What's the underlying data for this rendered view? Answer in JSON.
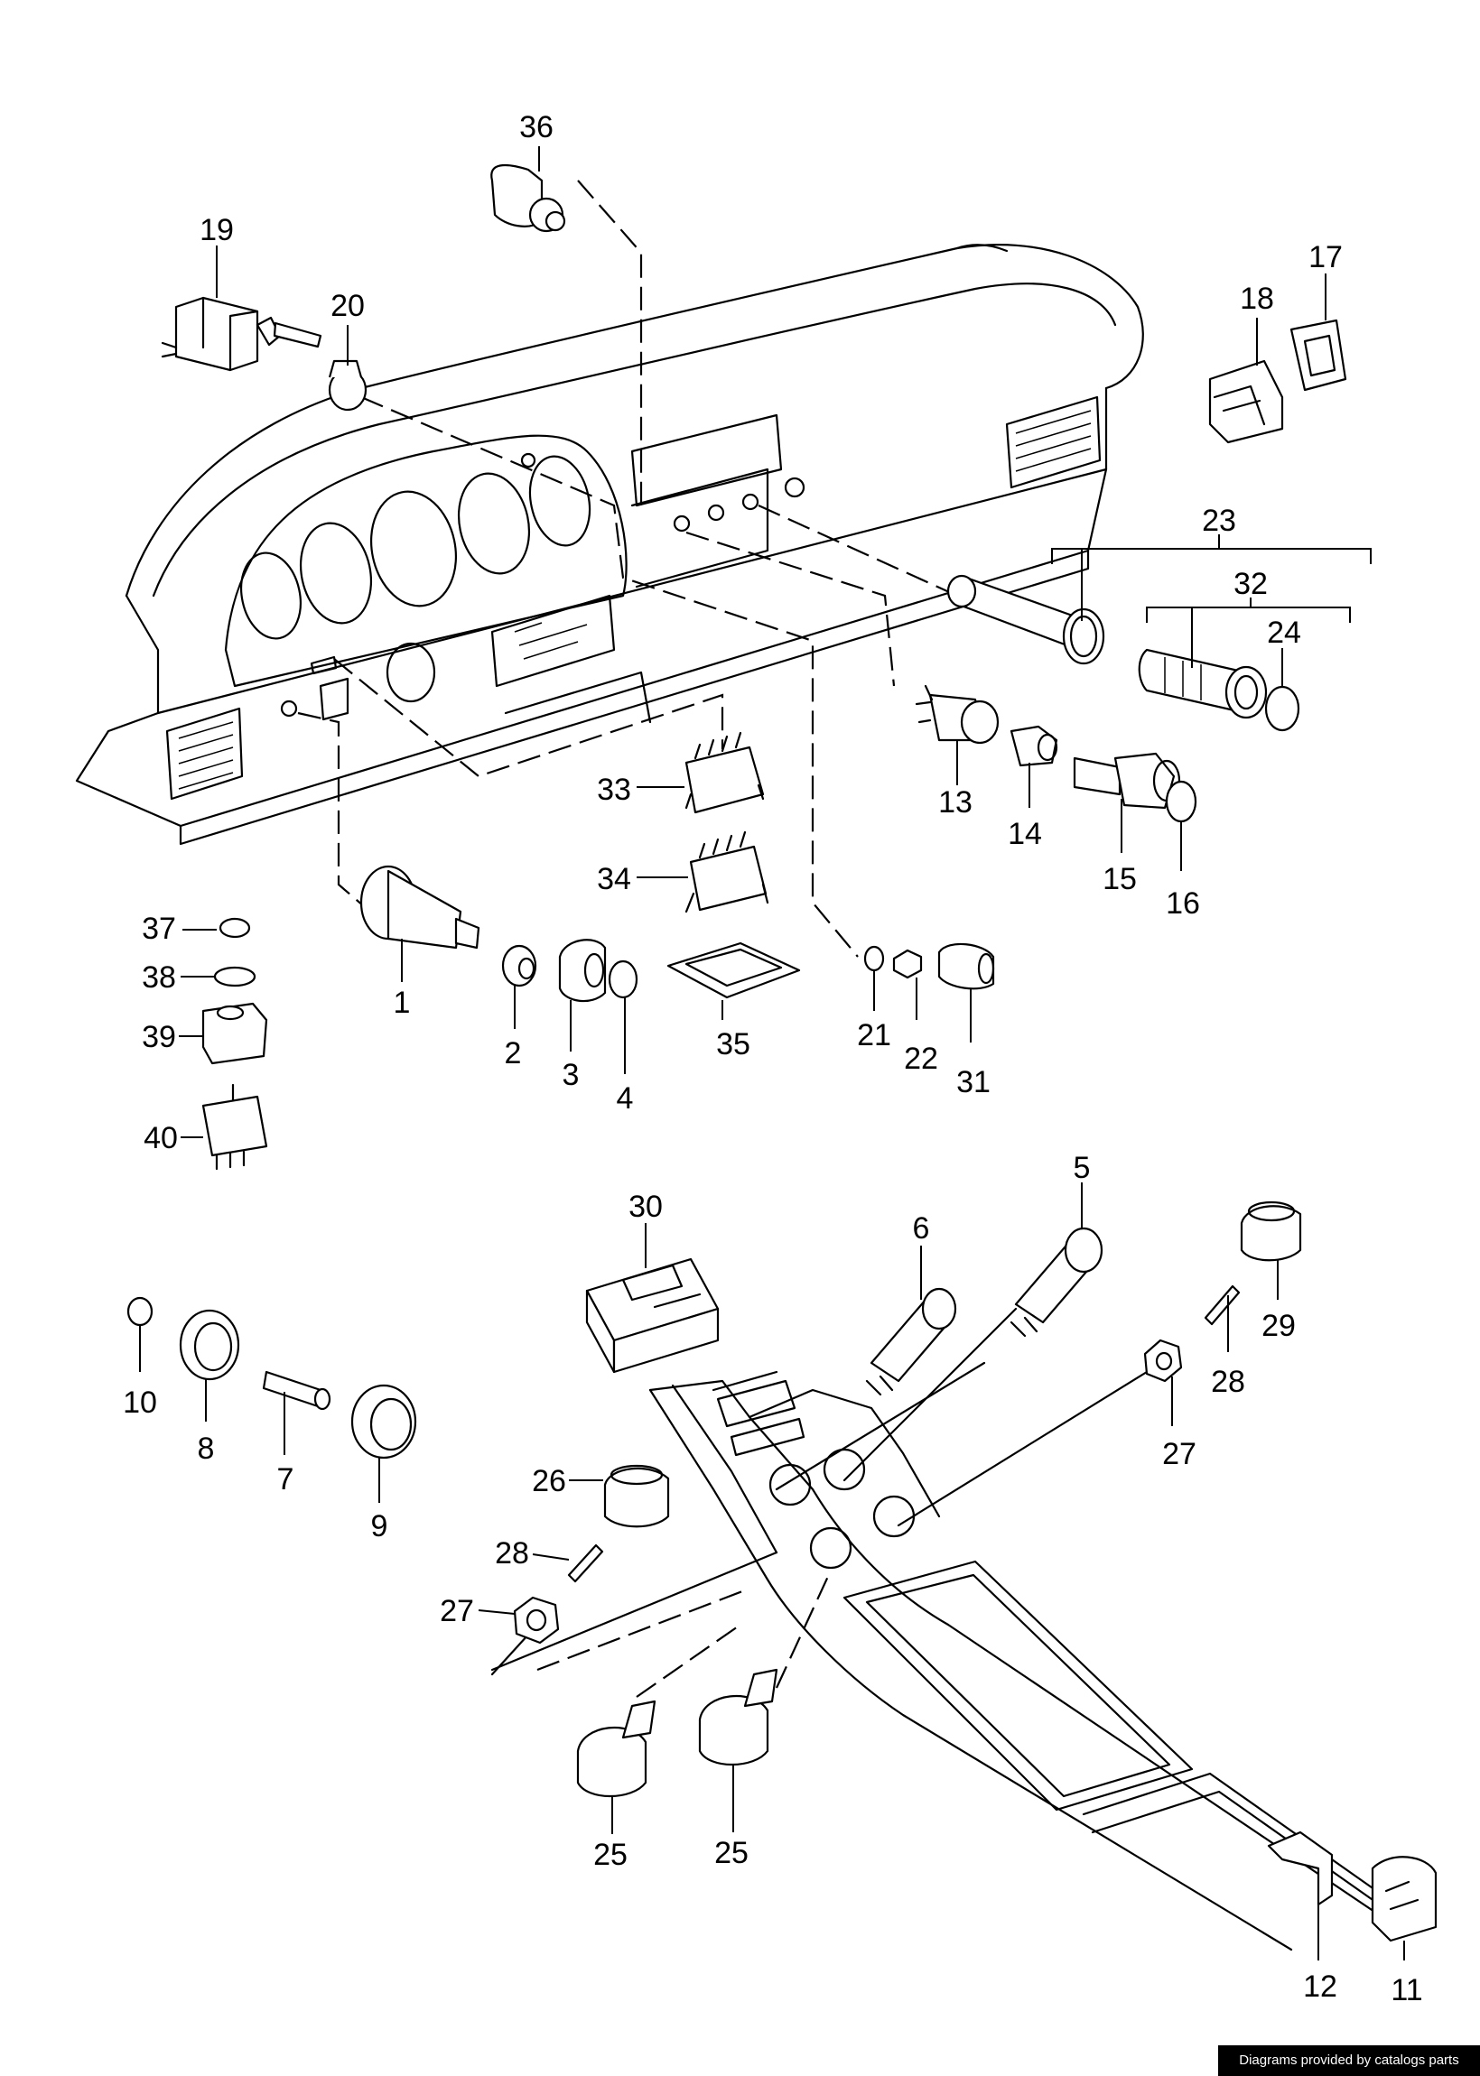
{
  "parts": [
    "1",
    "2",
    "3",
    "4",
    "5",
    "6",
    "7",
    "8",
    "9",
    "10",
    "11",
    "12",
    "13",
    "14",
    "15",
    "16",
    "17",
    "18",
    "19",
    "20",
    "21",
    "22",
    "23",
    "24",
    "25",
    "25",
    "26",
    "27",
    "27",
    "28",
    "28",
    "29",
    "30",
    "31",
    "32",
    "33",
    "34",
    "35",
    "36",
    "37",
    "38",
    "39",
    "40"
  ],
  "credit": "Diagrams provided by catalogs parts"
}
